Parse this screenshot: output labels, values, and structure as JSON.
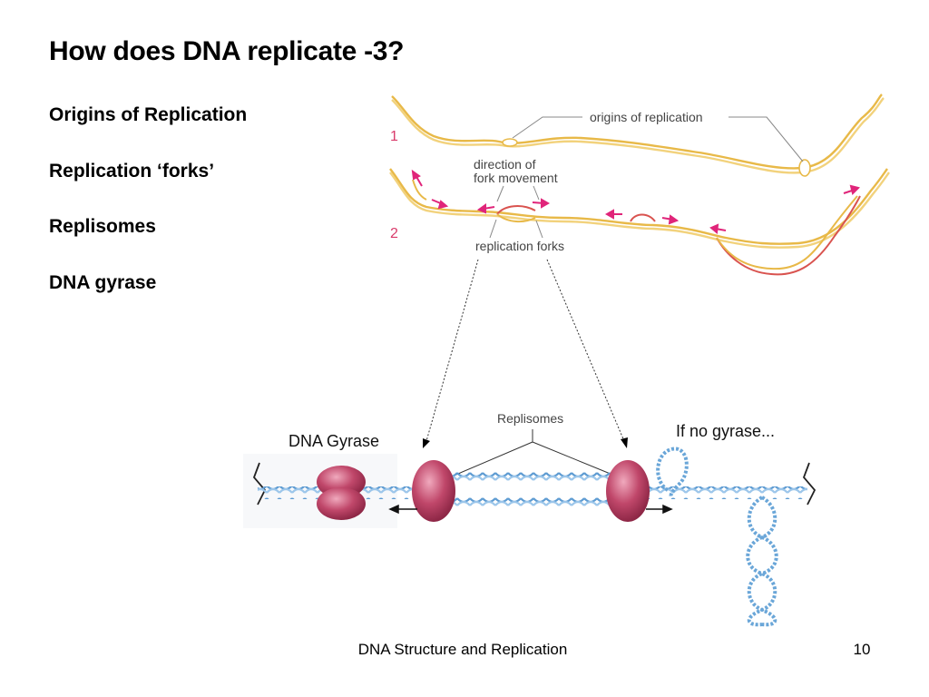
{
  "slide": {
    "title": "How does DNA replicate -3?",
    "bullets": [
      "Origins of Replication",
      "Replication ‘forks’",
      "Replisomes",
      "DNA gyrase"
    ],
    "footer": "DNA Structure and Replication",
    "page_number": "10"
  },
  "figure_top": {
    "step1_number": "1",
    "step2_number": "2",
    "origins_label": "origins of replication",
    "direction_label_line1": "direction of",
    "direction_label_line2": "fork movement",
    "forks_label": "replication forks"
  },
  "figure_bottom": {
    "gyrase_label": "DNA Gyrase",
    "replisomes_label": "Replisomes",
    "no_gyrase_label": "If no gyrase..."
  },
  "colors": {
    "dna_strand": "#e8b948",
    "new_strand": "#d9534f",
    "arrow_magenta": "#e0257a",
    "step_number": "#d93a6a",
    "helix_blue": "#6aa6d8",
    "protein": "#c0476a"
  }
}
